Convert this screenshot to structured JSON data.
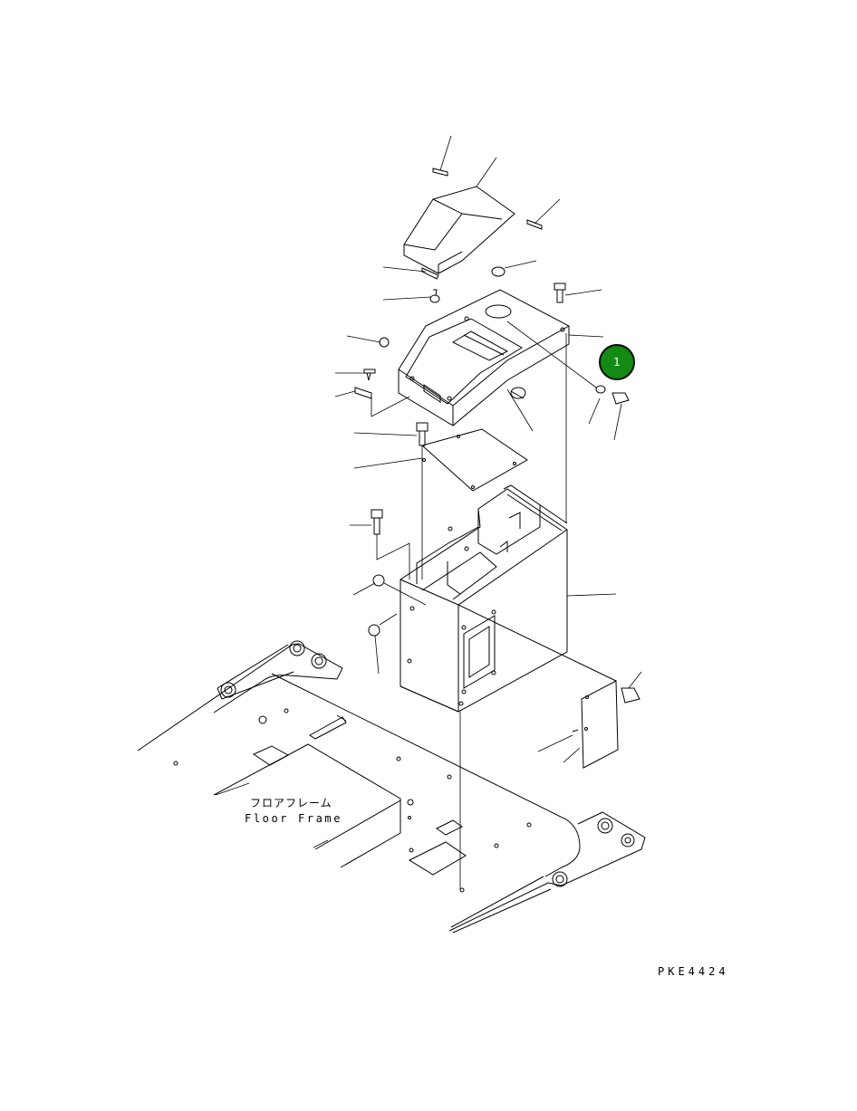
{
  "labels": {
    "floor_frame_jp": "フロアフレーム",
    "floor_frame_en": "Floor Frame",
    "drawing_code": "PKE4424"
  },
  "callouts": [
    {
      "number": "1",
      "color": "#138a13"
    }
  ]
}
